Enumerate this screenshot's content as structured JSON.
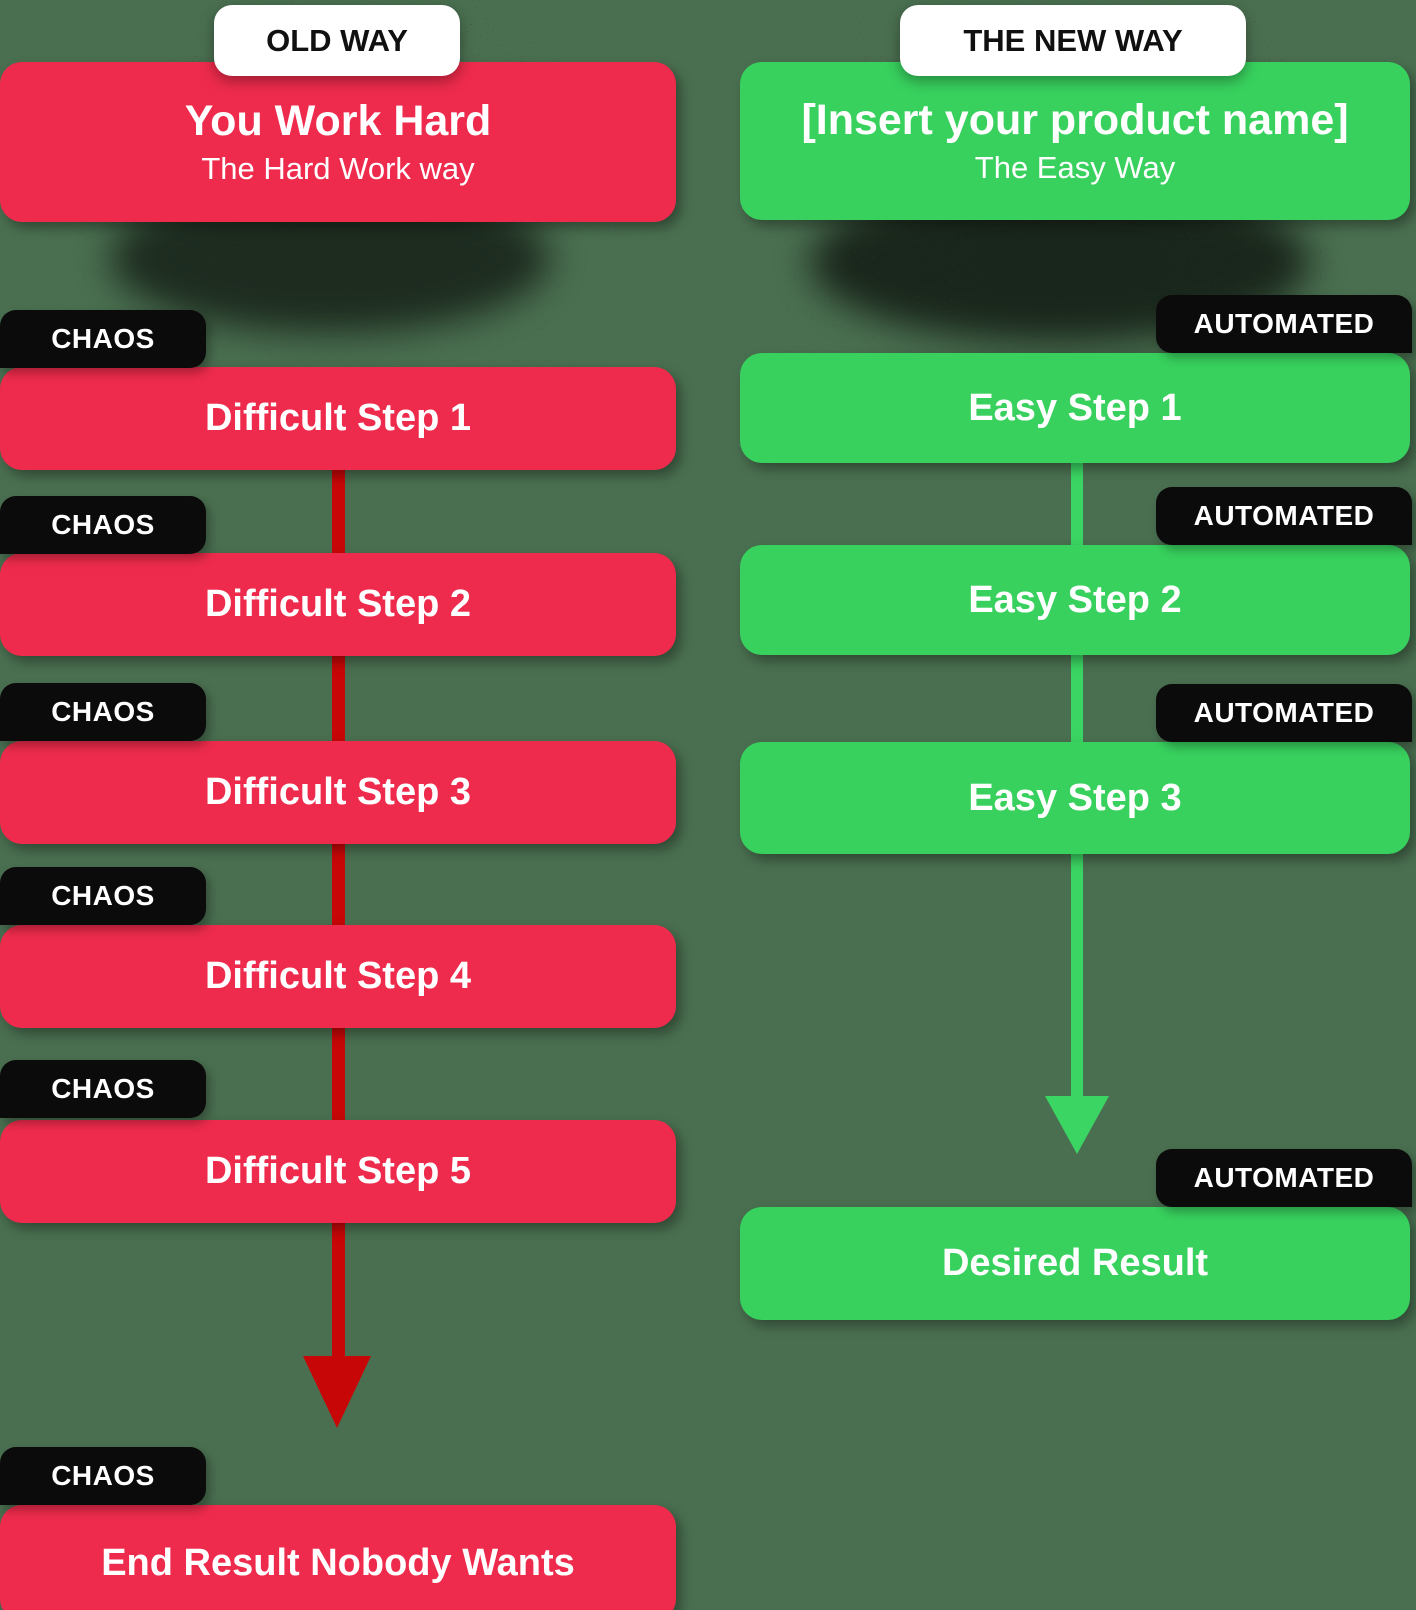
{
  "colors": {
    "background": "#4a6f50",
    "red": "#ee2b4c",
    "red_arrow": "#c70707",
    "green": "#38d15e",
    "green_arrow": "#3bd563",
    "tag_bg": "#0b0b0b",
    "tag_text": "#ffffff",
    "pill_bg": "#ffffff",
    "pill_text": "#101010",
    "box_text": "#ffffff"
  },
  "old_way": {
    "pill_label": "OLD WAY",
    "header": {
      "title": "You Work Hard",
      "subtitle": "The Hard Work way"
    },
    "tag_label": "CHAOS",
    "steps": [
      "Difficult Step 1",
      "Difficult Step 2",
      "Difficult Step 3",
      "Difficult Step 4",
      "Difficult Step 5"
    ],
    "result": "End Result Nobody Wants"
  },
  "new_way": {
    "pill_label": "THE NEW WAY",
    "header": {
      "title": "[Insert your product name]",
      "subtitle": "The Easy Way"
    },
    "tag_label": "AUTOMATED",
    "steps": [
      "Easy Step 1",
      "Easy Step 2",
      "Easy Step 3"
    ],
    "result": "Desired Result"
  }
}
